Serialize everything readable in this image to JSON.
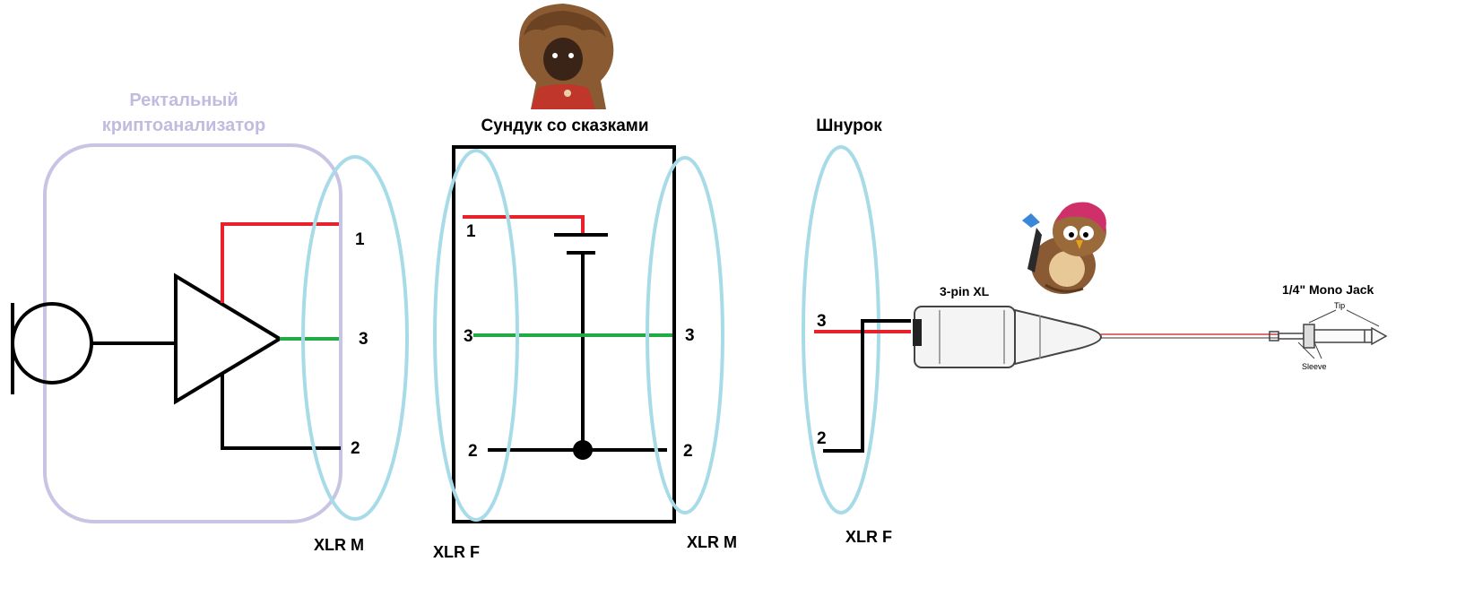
{
  "sections": {
    "mic_box": {
      "title_line1": "Ректальный",
      "title_line2": "криптоанализатор"
    },
    "box": {
      "title": "Сундук со сказками"
    },
    "cable": {
      "title": "Шнурок"
    }
  },
  "connectors": {
    "xlr_m_left": "XLR M",
    "xlr_f_mid": "XLR F",
    "xlr_m_mid": "XLR M",
    "xlr_f_right": "XLR F"
  },
  "pins": {
    "mic_1": "1",
    "mic_3": "3",
    "mic_2": "2",
    "box_in_1": "1",
    "box_in_3": "3",
    "box_in_2": "2",
    "box_out_3": "3",
    "box_out_2": "2",
    "cable_3": "3",
    "cable_2": "2"
  },
  "adapter": {
    "xlr_label": "3-pin XL",
    "jack_label": "1/4\" Mono Jack",
    "tip_label": "Tip",
    "sleeve_label": "Sleeve"
  },
  "colors": {
    "pin1": "#e8222a",
    "pin3": "#22aa44",
    "ground": "#000000",
    "xlr_ellipse": "#a8dbe8",
    "mic_group": "#c8c4e4",
    "mic_group_title": "#c0bce0"
  },
  "icons": {
    "microphone": "microphone-icon",
    "amplifier": "amplifier-triangle-icon",
    "capacitor": "capacitor-icon",
    "character_top": "character-portrait-icon",
    "character_owl": "owl-character-icon",
    "plug": "xlr-to-jack-plug-icon"
  }
}
